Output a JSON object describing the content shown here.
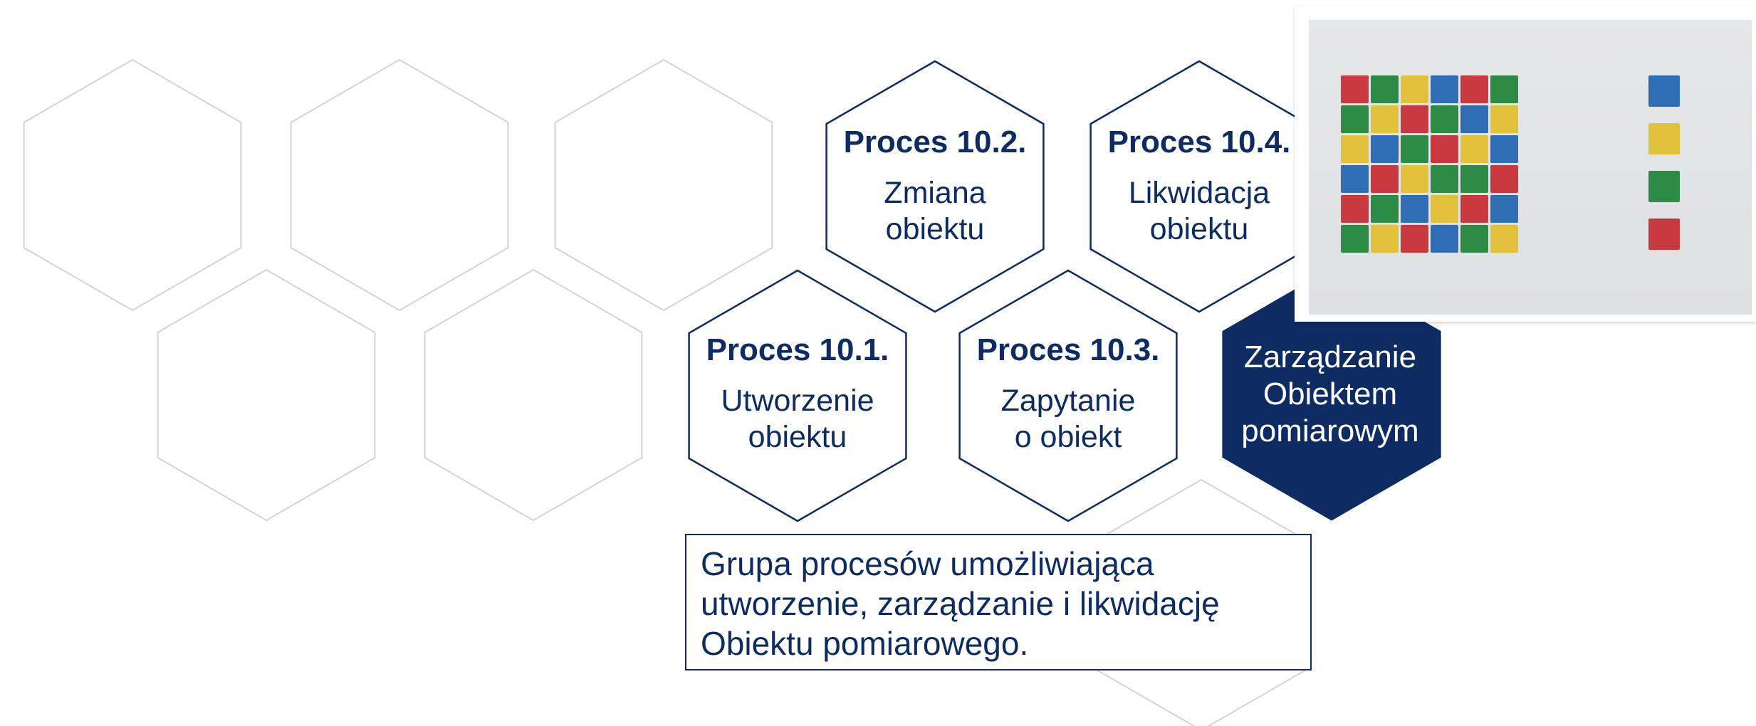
{
  "colors": {
    "navy": "#0e2c62",
    "outline_grey": "#d4d4d4",
    "white": "#ffffff"
  },
  "processes": [
    {
      "id": "10.2",
      "title": "Proces 10.2.",
      "label": "Zmiana\nobiektu"
    },
    {
      "id": "10.4",
      "title": "Proces 10.4.",
      "label": "Likwidacja\nobiektu"
    },
    {
      "id": "10.1",
      "title": "Proces 10.1.",
      "label": "Utworzenie\nobiektu"
    },
    {
      "id": "10.3",
      "title": "Proces 10.3.",
      "label": "Zapytanie\no obiekt"
    }
  ],
  "main_group": {
    "label": "Zarządzanie\nObiektem\npomiarowym"
  },
  "description": "Grupa procesów umożliwiająca utworzenie, zarządzanie i likwidację Obiektu pomiarowego.",
  "photo": {
    "icon": "colored-blocks-photo",
    "block_colors": [
      "#c83a3f",
      "#2e8b45",
      "#e3c23b",
      "#2f6db5"
    ]
  }
}
